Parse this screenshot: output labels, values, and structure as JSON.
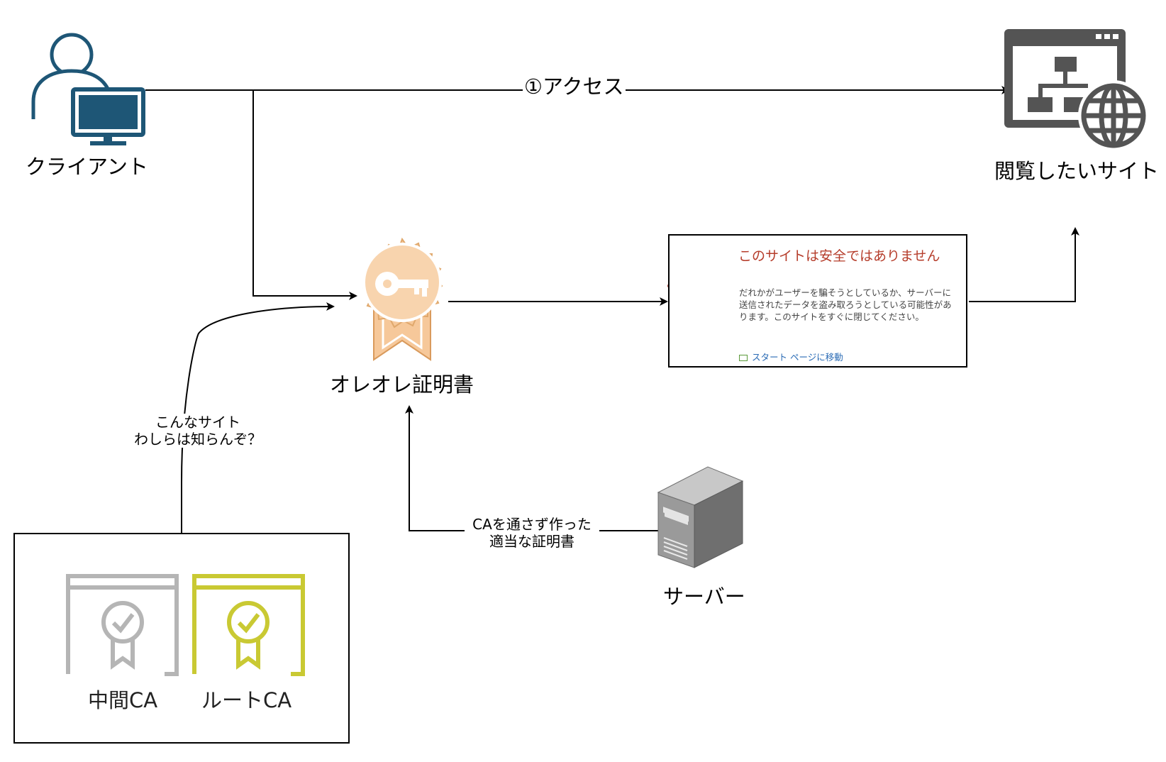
{
  "nodes": {
    "client": {
      "label": "クライアント"
    },
    "site": {
      "label": "閲覧したいサイト"
    },
    "cert": {
      "label": "オレオレ証明書"
    },
    "server": {
      "label": "サーバー"
    },
    "intermediate_ca": {
      "label": "中間CA"
    },
    "root_ca": {
      "label": "ルートCA"
    }
  },
  "edges": {
    "access": {
      "label": "①アクセス"
    },
    "ca_unknown": {
      "line1": "こんなサイト",
      "line2": "わしらは知らんぞ？"
    },
    "server_cert": {
      "line1": "CAを通さず作った",
      "line2": "適当な証明書"
    }
  },
  "warning": {
    "title": "このサイトは安全ではありません",
    "body": "だれかがユーザーを騙そうとしているか、サーバーに送信されたデータを盗み取ろうとしている可能性があります。このサイトをすぐに閉じてください。",
    "link": "スタート ページに移動",
    "title_color": "#b53c2a",
    "link_color": "#2a6bb5",
    "icon_color": "#a3382b"
  },
  "colors": {
    "client_icon": "#1e5676",
    "site_icon": "#545454",
    "cert_badge": "#f6c89a",
    "intermediate_ca": "#b5b5b5",
    "root_ca": "#c9c933",
    "server_body": "#8a8a8a"
  }
}
